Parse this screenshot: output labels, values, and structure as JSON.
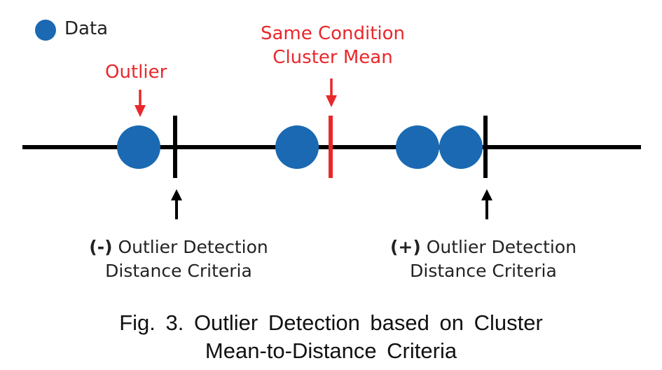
{
  "legend": {
    "label": "Data",
    "icon": "data-point-circle",
    "color": "#1a69b2"
  },
  "annotations": {
    "outlier": "Outlier",
    "cluster_mean_line1": "Same Condition",
    "cluster_mean_line2": "Cluster Mean",
    "neg_prefix": "(-)",
    "neg_line1": "Outlier Detection",
    "neg_line2": "Distance Criteria",
    "pos_prefix": "(+)",
    "pos_line1": "Outlier Detection",
    "pos_line2": "Distance Criteria"
  },
  "caption": {
    "line1": "Fig. 3. Outlier Detection based on Cluster",
    "line2": "Mean-to-Distance Criteria"
  },
  "colors": {
    "data_point": "#1a69b2",
    "cluster_mean": "#e8282b",
    "criteria": "#000000",
    "axis": "#000000"
  },
  "diagram": {
    "data_points": [
      {
        "id": "outlier",
        "is_outlier": true
      },
      {
        "id": "point-2",
        "is_outlier": false
      },
      {
        "id": "point-3",
        "is_outlier": false
      },
      {
        "id": "point-4",
        "is_outlier": false
      }
    ],
    "markers": [
      {
        "id": "neg-criteria",
        "type": "criteria"
      },
      {
        "id": "cluster-mean",
        "type": "mean"
      },
      {
        "id": "pos-criteria",
        "type": "criteria"
      }
    ]
  }
}
